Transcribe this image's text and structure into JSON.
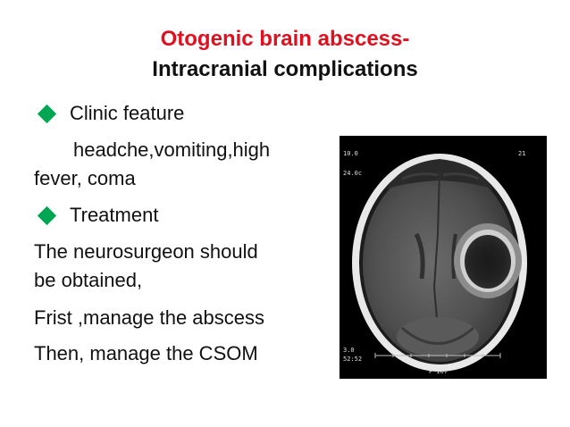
{
  "title_line1": "Otogenic brain abscess-",
  "title_line2": "Intracranial complications",
  "bullet1_label": "Clinic feature",
  "symptoms_line1": "headche,vomiting,high",
  "symptoms_line2": "fever, coma",
  "bullet2_label": "Treatment",
  "treatment_line1": "The neurosurgeon should",
  "treatment_line2": "be obtained,",
  "treatment_line3": "Frist ,manage the abscess",
  "treatment_line4": "Then, manage the CSOM",
  "colors": {
    "title_red": "#e0101e",
    "bullet_green": "#00a651"
  },
  "icons": {
    "bullet": "diamond-bullet-icon"
  }
}
